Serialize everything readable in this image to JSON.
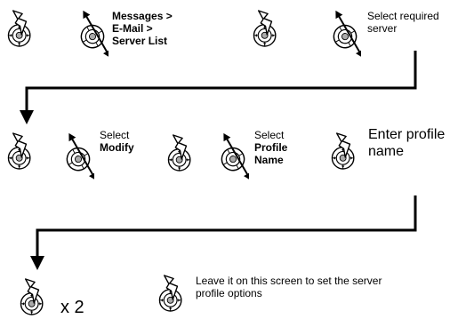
{
  "row1": {
    "step2": {
      "line1": "Messages >",
      "line2": "E-Mail >",
      "line3": "Server List"
    },
    "step4": {
      "line1": "Select required",
      "line2": "server"
    }
  },
  "row2": {
    "step2": {
      "line1": "Select",
      "line2": "Modify"
    },
    "step4": {
      "line1": "Select",
      "line2": "Profile",
      "line3": "Name"
    },
    "step5": {
      "line1": "Enter profile",
      "line2": "name"
    }
  },
  "row3": {
    "step1": {
      "label": "x 2"
    },
    "step2": {
      "line1": "Leave it on this screen to set the server",
      "line2": "profile options"
    }
  },
  "icons": [
    "press-center-key-icon",
    "scroll-navigation-key-icon",
    "flow-arrow"
  ],
  "colors": {
    "line": "#000000",
    "background": "#ffffff"
  }
}
